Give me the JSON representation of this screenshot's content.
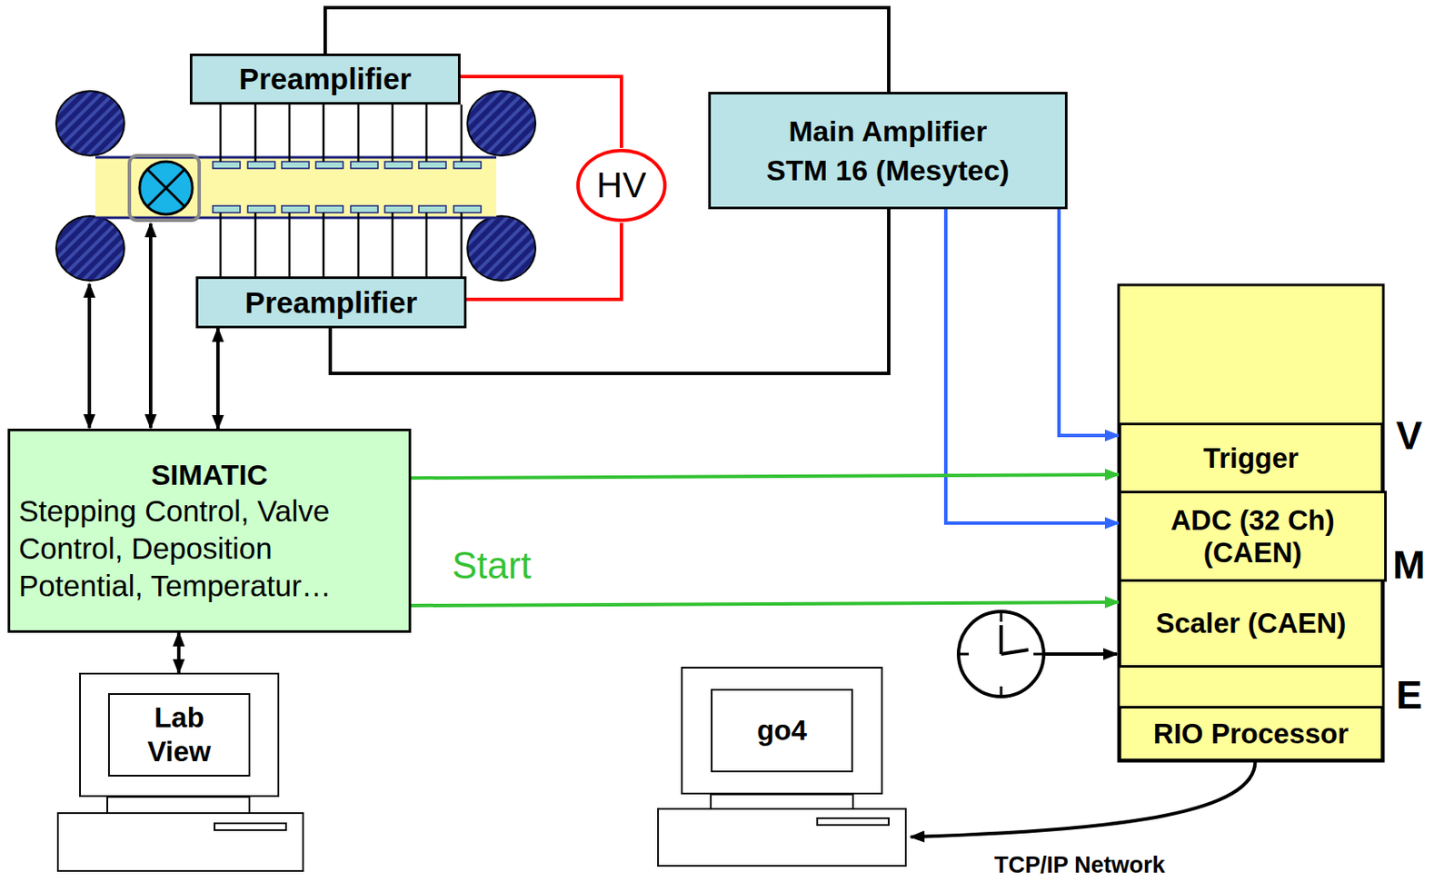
{
  "diagram": {
    "nodes": [
      {
        "text": [
          "Preamplifier"
        ]
      },
      {
        "text": [
          "Main Amplifier",
          "STM 16 (Mesytec)"
        ]
      },
      {
        "text": [
          "HV"
        ]
      },
      {
        "text": [
          "Preamplifier"
        ]
      },
      {
        "text": [
          "SIMATIC",
          "Stepping Control, Valve Control, Deposition Potential, Temperatur…"
        ]
      },
      {
        "text": [
          "Trigger"
        ]
      },
      {
        "text": [
          "ADC (32 Ch) (CAEN)"
        ]
      },
      {
        "text": [
          "Scaler (CAEN)"
        ]
      },
      {
        "text": [
          "Lab View"
        ]
      },
      {
        "text": [
          "go4"
        ]
      },
      {
        "text": [
          "RIO Processor"
        ]
      }
    ],
    "edges": [
      {
        "from": 0,
        "to": 1,
        "arrow": "none"
      },
      {
        "from": 3,
        "to": 1,
        "arrow": "none"
      },
      {
        "from": 0,
        "to": 2,
        "arrow": "none"
      },
      {
        "from": 3,
        "to": 2,
        "arrow": "none"
      },
      {
        "from": 1,
        "to": 5,
        "arrow": "to"
      },
      {
        "from": 1,
        "to": 6,
        "arrow": "to"
      },
      {
        "from": 4,
        "to": 5,
        "arrow": "to"
      },
      {
        "from": 4,
        "to": 7,
        "label": "Start",
        "arrow": "to"
      },
      {
        "from": 4,
        "to": 3,
        "arrow": "both"
      },
      {
        "from": 4,
        "to": 8,
        "arrow": "both"
      },
      {
        "from": 10,
        "to": 9,
        "label": "TCP/IP Network",
        "arrow": "to"
      }
    ],
    "labels": [
      "V",
      "M",
      "E"
    ]
  }
}
